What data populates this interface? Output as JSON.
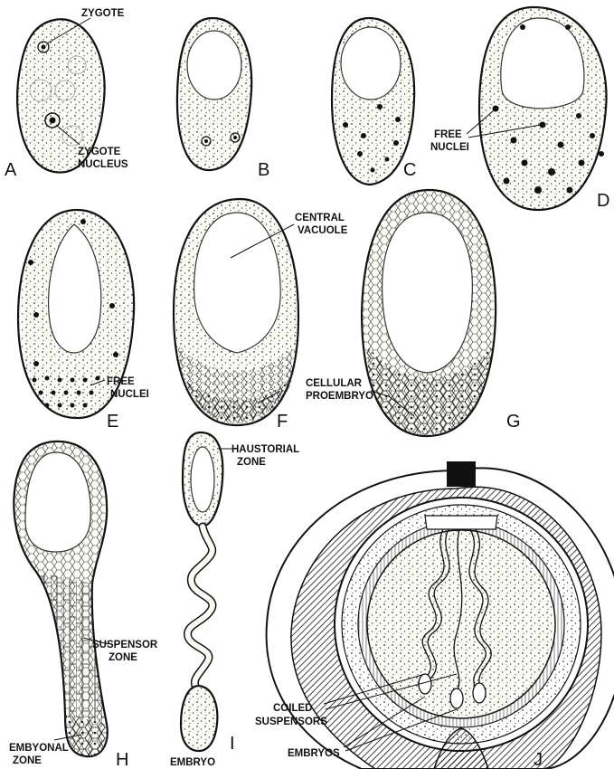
{
  "panels": [
    {
      "letter": "A"
    },
    {
      "letter": "B"
    },
    {
      "letter": "C"
    },
    {
      "letter": "D"
    },
    {
      "letter": "E"
    },
    {
      "letter": "F"
    },
    {
      "letter": "G"
    },
    {
      "letter": "H"
    },
    {
      "letter": "I"
    },
    {
      "letter": "J"
    }
  ],
  "labels": {
    "zygote": "ZYGOTE",
    "zygote_nucleus_1": "ZYGOTE",
    "zygote_nucleus_2": "NUCLEUS",
    "free_nuclei_d_1": "FREE",
    "free_nuclei_d_2": "NUCLEI",
    "free_nuclei_e_1": "FREE",
    "free_nuclei_e_2": "NUCLEI",
    "central_vacuole_1": "CENTRAL",
    "central_vacuole_2": "VACUOLE",
    "cellular_proembryo_1": "CELLULAR",
    "cellular_proembryo_2": "PROEMBRYO",
    "haustorial_zone_1": "HAUSTORIAL",
    "haustorial_zone_2": "ZONE",
    "suspensor_zone_1": "SUSPENSOR",
    "suspensor_zone_2": "ZONE",
    "embryonal_zone_1": "EMBYONAL",
    "embryonal_zone_2": "ZONE",
    "embryo": "EMBRYO",
    "coiled_suspensors_1": "COILED",
    "coiled_suspensors_2": "SUSPENSORS",
    "embryos": "EMBRYOS"
  },
  "colors": {
    "ink": "#111111",
    "paper": "#ffffff",
    "stipple": "#3a3a3a"
  }
}
